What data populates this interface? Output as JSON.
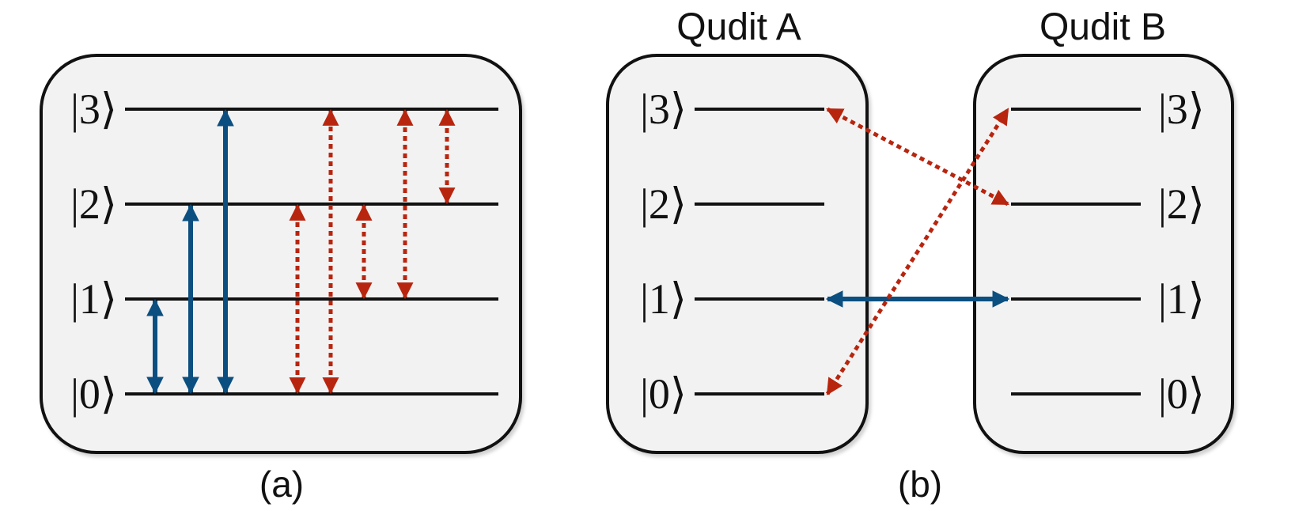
{
  "colors": {
    "solid_transition": "#0b4f80",
    "dotted_transition": "#b8250f",
    "panel_fill": "#f2f2f2",
    "outline": "#111111"
  },
  "panel_a": {
    "caption": "(a)",
    "levels": [
      "|0⟩",
      "|1⟩",
      "|2⟩",
      "|3⟩"
    ],
    "solid_transitions": [
      {
        "from": 0,
        "to": 1
      },
      {
        "from": 0,
        "to": 2
      },
      {
        "from": 0,
        "to": 3
      }
    ],
    "dotted_transitions": [
      {
        "from": 0,
        "to": 2
      },
      {
        "from": 0,
        "to": 3
      },
      {
        "from": 1,
        "to": 2
      },
      {
        "from": 1,
        "to": 3
      },
      {
        "from": 2,
        "to": 3
      }
    ]
  },
  "panel_b": {
    "caption": "(b)",
    "qudit_a": {
      "title": "Qudit A",
      "levels": [
        "|0⟩",
        "|1⟩",
        "|2⟩",
        "|3⟩"
      ]
    },
    "qudit_b": {
      "title": "Qudit B",
      "levels": [
        "|0⟩",
        "|1⟩",
        "|2⟩",
        "|3⟩"
      ]
    },
    "solid_couplings": [
      {
        "a_level": 1,
        "b_level": 1
      }
    ],
    "dotted_couplings": [
      {
        "a_level": 3,
        "b_level": 2
      },
      {
        "a_level": 0,
        "b_level": 3
      }
    ]
  }
}
